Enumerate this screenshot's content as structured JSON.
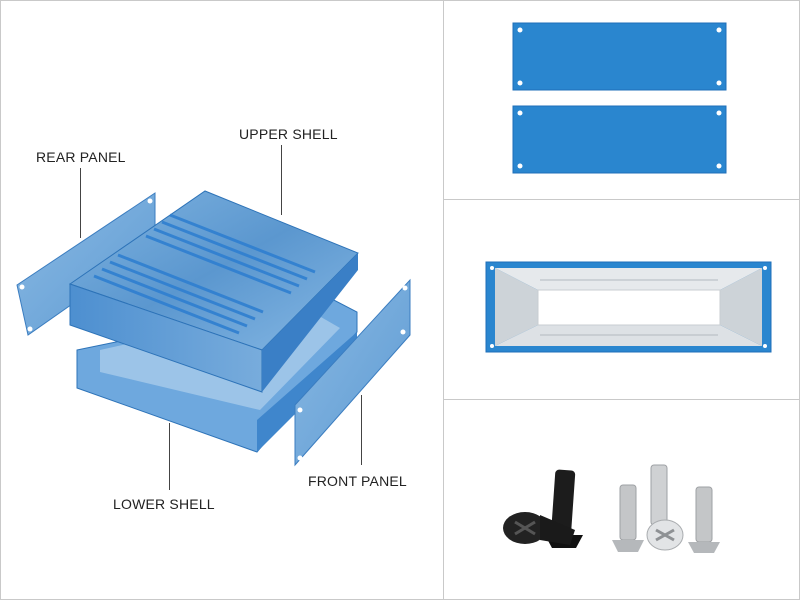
{
  "labels": {
    "rear_panel": "REAR PANEL",
    "upper_shell": "UPPER SHELL",
    "front_panel": "FRONT PANEL",
    "lower_shell": "LOWER SHELL"
  },
  "colors": {
    "aluminum_blue": "#3a8fd6",
    "aluminum_blue_dark": "#1f6fb8",
    "panel_blue": "#2b86d0",
    "interior_silver": "#d8dde2",
    "screw_black": "#1c1c1c",
    "screw_steel": "#c4c6c8",
    "divider": "#c9c9c9"
  },
  "icons": {
    "screws": "phillips-flat-head-screw-icon"
  }
}
